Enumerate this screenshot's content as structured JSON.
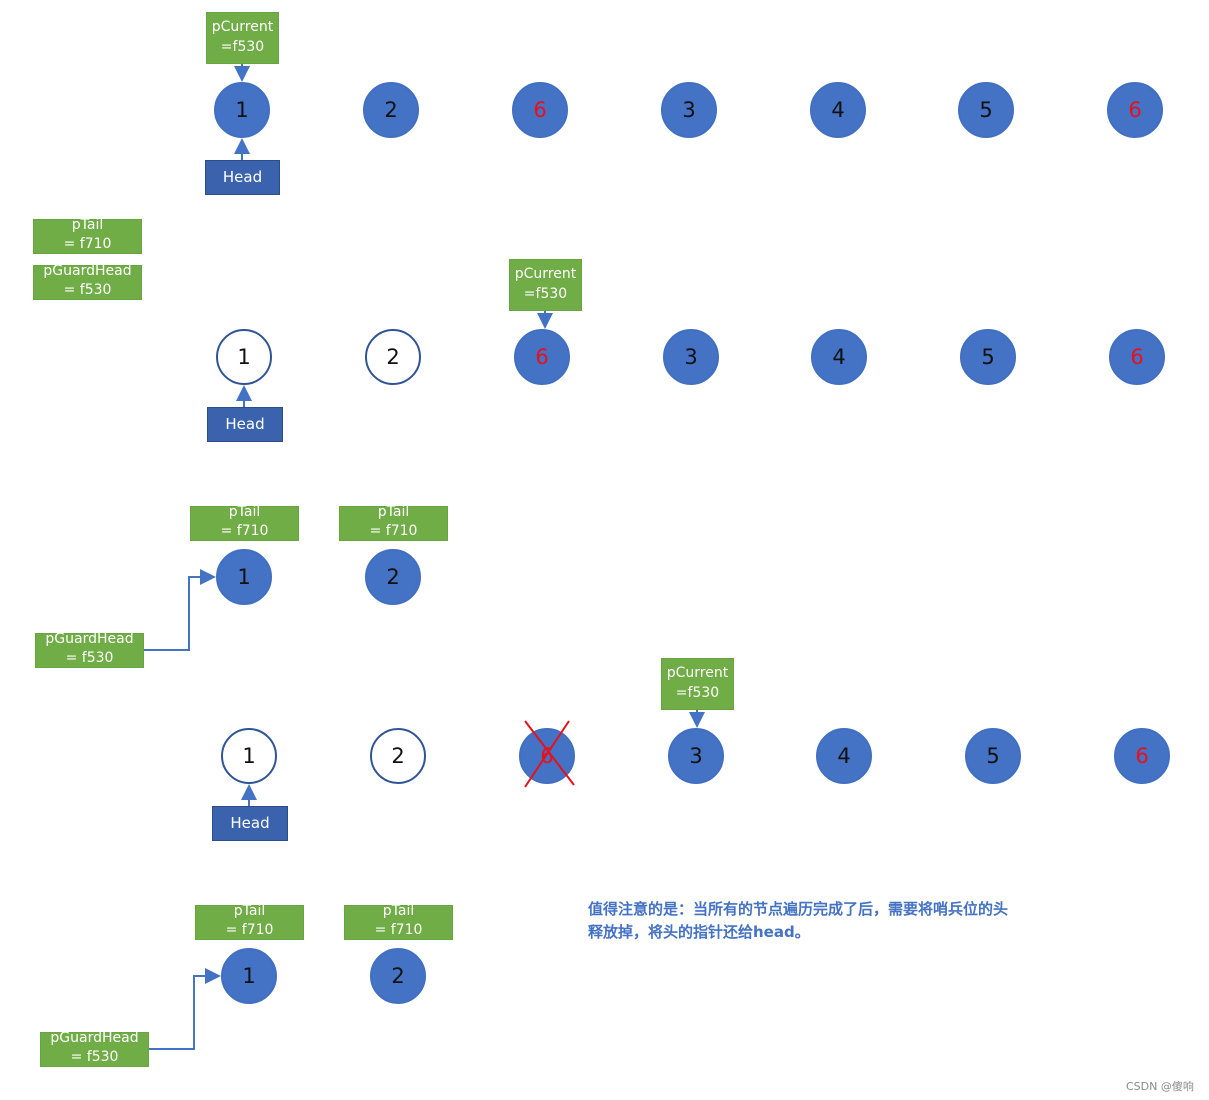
{
  "rows": [
    {
      "nodes": [
        {
          "label": "1",
          "style": "filled",
          "red": false
        },
        {
          "label": "2",
          "style": "filled",
          "red": false
        },
        {
          "label": "6",
          "style": "filled",
          "red": true
        },
        {
          "label": "3",
          "style": "filled",
          "red": false
        },
        {
          "label": "4",
          "style": "filled",
          "red": false
        },
        {
          "label": "5",
          "style": "filled",
          "red": false
        },
        {
          "label": "6",
          "style": "filled",
          "red": true
        }
      ],
      "pcurrent": {
        "line1": "pCurrent",
        "line2": "=f530"
      },
      "head": "Head"
    },
    {
      "nodes": [
        {
          "label": "1",
          "style": "hollow",
          "red": false
        },
        {
          "label": "2",
          "style": "hollow",
          "red": false
        },
        {
          "label": "6",
          "style": "filled",
          "red": true
        },
        {
          "label": "3",
          "style": "filled",
          "red": false
        },
        {
          "label": "4",
          "style": "filled",
          "red": false
        },
        {
          "label": "5",
          "style": "filled",
          "red": false
        },
        {
          "label": "6",
          "style": "filled",
          "red": true
        }
      ],
      "pcurrent": {
        "line1": "pCurrent",
        "line2": "=f530"
      },
      "head": "Head"
    },
    {
      "nodes": [
        {
          "label": "1",
          "style": "hollow",
          "red": false
        },
        {
          "label": "2",
          "style": "hollow",
          "red": false
        },
        {
          "label": "6",
          "style": "filled",
          "red": true,
          "crossed": true
        },
        {
          "label": "3",
          "style": "filled",
          "red": false
        },
        {
          "label": "4",
          "style": "filled",
          "red": false
        },
        {
          "label": "5",
          "style": "filled",
          "red": false
        },
        {
          "label": "6",
          "style": "filled",
          "red": true
        }
      ],
      "pcurrent": {
        "line1": "pCurrent",
        "line2": "=f530"
      },
      "head": "Head"
    }
  ],
  "left_pointers": {
    "ptail": {
      "line1": "pTail",
      "line2": "= f710"
    },
    "pguardhead": {
      "line1": "pGuardHead",
      "line2": "= f530"
    }
  },
  "new_lists": [
    {
      "nodes": [
        "1",
        "2"
      ],
      "ptail_1": {
        "line1": "pTail",
        "line2": "= f710"
      },
      "ptail_2": {
        "line1": "pTail",
        "line2": "= f710"
      },
      "pguardhead": {
        "line1": "pGuardHead",
        "line2": "= f530"
      }
    },
    {
      "nodes": [
        "1",
        "2"
      ],
      "ptail_1": {
        "line1": "pTail",
        "line2": "= f710"
      },
      "ptail_2": {
        "line1": "pTail",
        "line2": "= f710"
      },
      "pguardhead": {
        "line1": "pGuardHead",
        "line2": "= f530"
      }
    }
  ],
  "note": {
    "line1": "值得注意的是：当所有的节点遍历完成了后，需要将哨兵位的头",
    "line2": "释放掉，将头的指针还给head。"
  },
  "watermark": "CSDN @傻响",
  "colors": {
    "node_fill": "#4472c4",
    "pointer_box": "#70ad47",
    "head_box": "#3b63ad",
    "arrow": "#4472c4",
    "removed_value": "#e8101a",
    "cross": "#e8101a"
  }
}
